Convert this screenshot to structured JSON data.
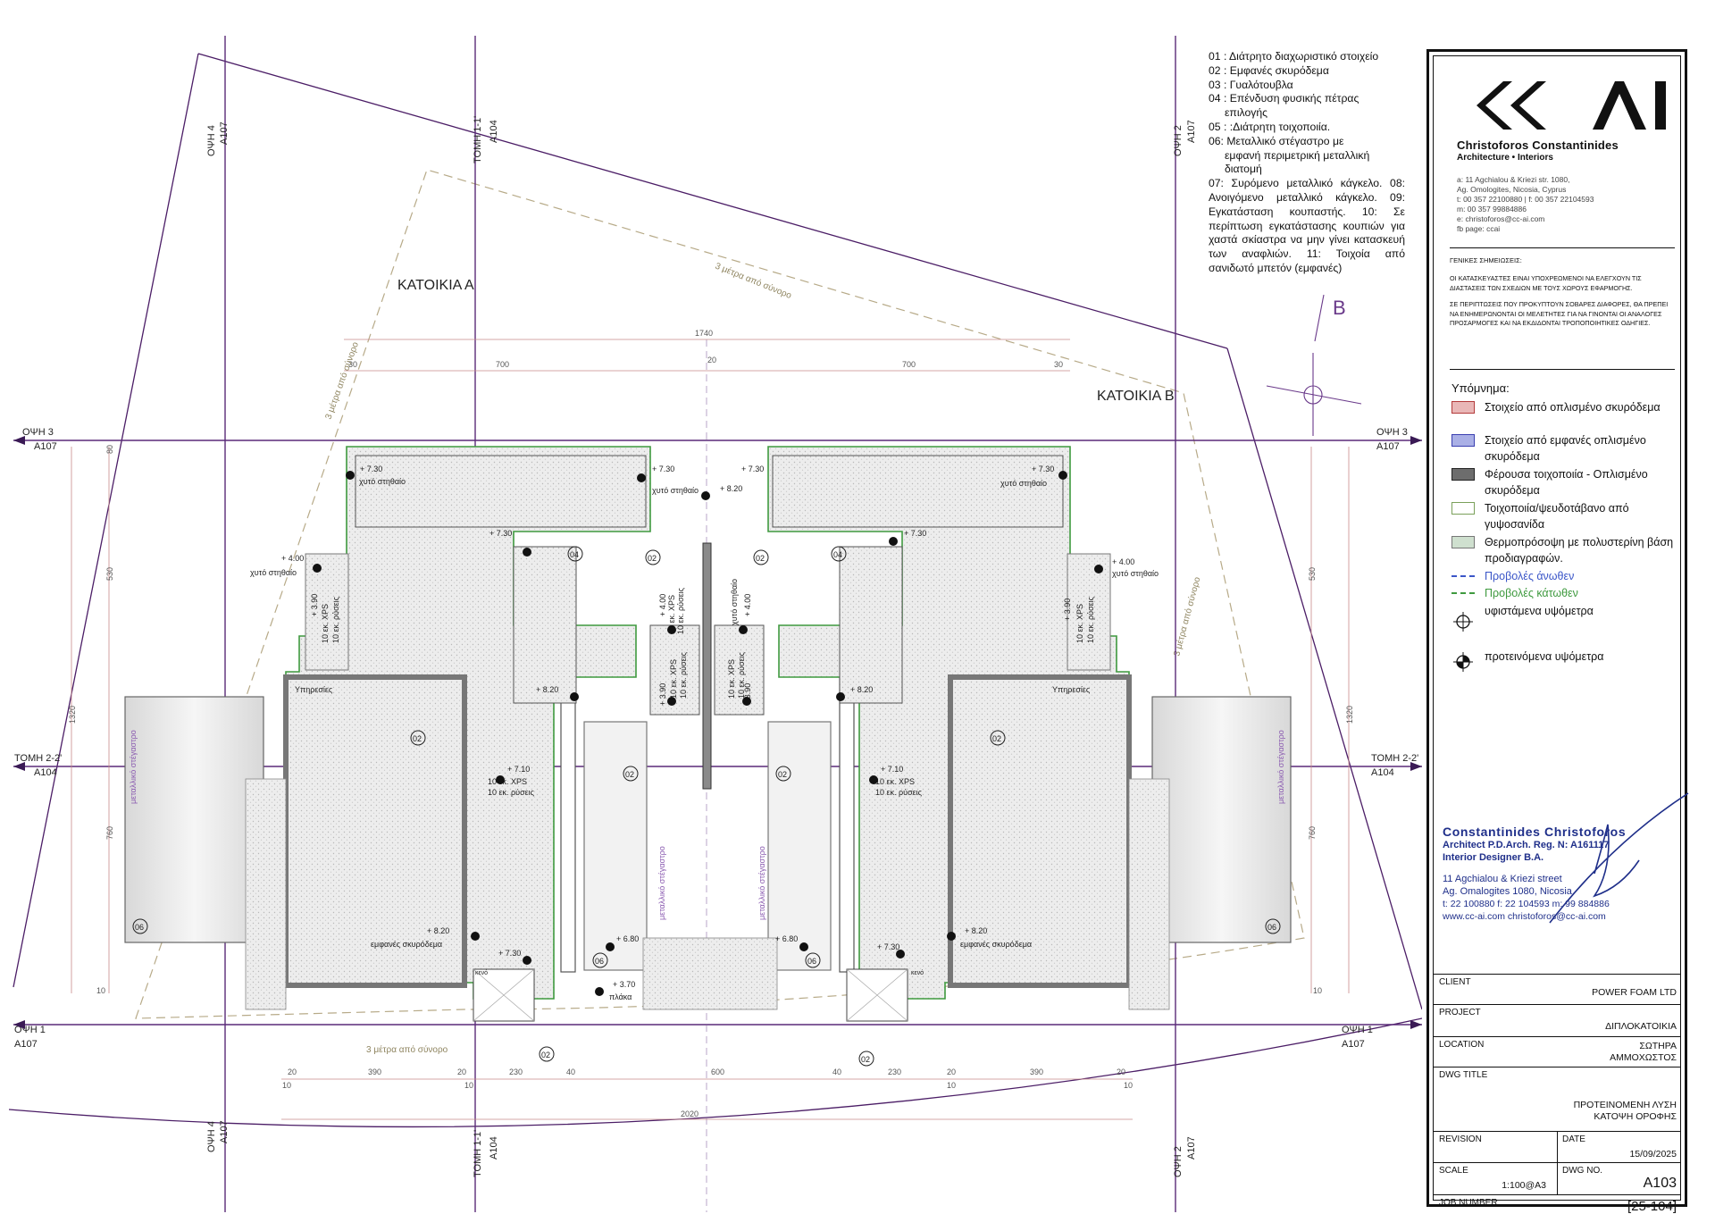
{
  "notes": {
    "items": [
      "01 : Διάτρητο διαχωριστικό στοιχείο",
      "02 : Εμφανές σκυρόδεμα",
      "03 : Γυαλότουβλα",
      "04 : Επένδυση φυσικής πέτρας",
      "επιλογής",
      "05 : :Διάτρητη τοιχοποιία.",
      "06: Μεταλλικό στέγαστρο με",
      "εμφανή περιμετρική μεταλλική",
      "διατομή"
    ],
    "paragraph": "07: Συρόμενο μεταλλικό κάγκελο. 08: Ανοιγόμενο μεταλλικό κάγκελο. 09: Εγκατάσταση κουπαστής. 10: Σε περίπτωση εγκατάστασης κουπιών για χαστά σκίαστρα να μην γίνει κατασκευή των αναφλιών. 11: Τοιχοία από σανιδωτό μπετόν (εμφανές)"
  },
  "plan": {
    "house_a": "ΚΑΤΟΙΚΙΑ Α",
    "house_b": "ΚΑΤΟΙΚΙΑ Β",
    "north_label": "B",
    "section_opsi4": "ΟΨΗ 4",
    "section_tomi11": "ΤΟΜΗ 1-1'",
    "section_opsi2": "ΟΨΗ 2",
    "section_opsi3": "ΟΨΗ 3",
    "section_tomi22": "ΤΟΜΗ 2-2'",
    "section_opsi1": "ΟΨΗ 1",
    "ref_a107": "A107",
    "ref_a104": "A104",
    "setback": "3 μέτρα από σύνορο",
    "dim_total_top": "1740",
    "dim_30": "30",
    "dim_700": "700",
    "dim_20": "20",
    "dim_total_bottom": "2020",
    "dim_390": "390",
    "dim_230": "230",
    "dim_40": "40",
    "dim_600": "600",
    "dim_10": "10",
    "dim_1320": "1320",
    "dim_760": "760",
    "dim_530": "530",
    "dim_80": "80",
    "lvl_730": "+ 7.30",
    "lvl_820": "+ 8.20",
    "lvl_400": "+ 4.00",
    "lvl_390": "+ 3.90",
    "lvl_710": "+ 7.10",
    "lvl_680": "+ 6.80",
    "lvl_370": "+ 3.70",
    "parapet": "χυτό στηθαίο",
    "xps": "10 εκ. XPS",
    "slopes": "10 εκ. ρύσεις",
    "services": "Υπηρεσίες",
    "exposed_concrete": "εμφανές σκυρόδεμα",
    "metal_canopy": "μεταλλικό στέγαστρο",
    "void": "κενό",
    "slab": "πλάκα",
    "tag_02": "02",
    "tag_04": "04",
    "tag_06": "06"
  },
  "sheet": {
    "firm_name": "Christoforos Constantinides",
    "firm_sub": "Architecture • Interiors",
    "contact": [
      "a: 11 Agchialou & Kriezi str. 1080,",
      "Ag. Omologites, Nicosia, Cyprus",
      "t: 00 357 22100880 | f: 00 357 22104593",
      "m: 00 357 99884886",
      "e: christoforos@cc-ai.com",
      "fb page: ccai"
    ],
    "general_title": "ΓΕΝΙΚΕΣ ΣΗΜΕΙΩΣΕΙΣ:",
    "general_p1": "ΟΙ ΚΑΤΑΣΚΕΥΑΣΤΕΣ ΕΙΝΑΙ ΥΠΟΧΡΕΩΜΕΝΟΙ ΝΑ ΕΛΕΓΧΟΥΝ ΤΙΣ ΔΙΑΣΤΑΣΕΙΣ ΤΩΝ ΣΧΕΔΙΩΝ ΜΕ ΤΟΥΣ ΧΩΡΟΥΣ ΕΦΑΡΜΟΓΗΣ.",
    "general_p2": "ΣΕ ΠΕΡΙΠΤΩΣΕΙΣ ΠΟΥ ΠΡΟΚΥΠΤΟΥΝ ΣΟΒΑΡΕΣ ΔΙΑΦΟΡΕΣ, ΘΑ ΠΡΕΠΕΙ ΝΑ ΕΝΗΜΕΡΩΝΟΝΤΑΙ ΟΙ ΜΕΛΕΤΗΤΕΣ ΓΙΑ ΝΑ ΓΙΝΟΝΤΑΙ ΟΙ ΑΝΑΛΟΓΕΣ ΠΡΟΣΑΡΜΟΓΕΣ ΚΑΙ ΝΑ ΕΚΔΙΔΟΝΤΑΙ ΤΡΟΠΟΠΟΙΗΤΙΚΕΣ ΟΔΗΓΙΕΣ.",
    "legend_title": "Υπόμνημα:",
    "legend": [
      {
        "label": "Στοιχείο από οπλισμένο σκυρόδεμα",
        "color": "#e9b7b7",
        "border": "#b33a3a"
      },
      {
        "label": "Στοιχείο από εμφανές οπλισμένο σκυρόδεμα",
        "color": "#aab0e6",
        "border": "#3a3fb0"
      },
      {
        "label": "Φέρουσα τοιχοποιία - Οπλισμένο σκυρόδεμα",
        "color": "#6d6d6d",
        "border": "#222222"
      },
      {
        "label": "Τοιχοποιία/ψευδοτάβανο από γυψοσανίδα",
        "color": "#ffffff",
        "border": "#7aa05a"
      },
      {
        "label": "Θερμοπρόσοψη με πολυστερίνη βάση προδιαγραφών.",
        "color": "#cfe0cf",
        "border": "#777777"
      },
      {
        "label": "Προβολές άνωθεν",
        "color": "#3b56c8",
        "border": "#3b56c8"
      },
      {
        "label": "Προβολές κάτωθεν",
        "color": "#3f9a3f",
        "border": "#3f9a3f"
      },
      {
        "label": "υφιστάμενα υψόμετρα",
        "color": "#111111",
        "border": "#111111"
      },
      {
        "label": "προτεινόμενα υψόμετρα",
        "color": "#111111",
        "border": "#111111"
      }
    ],
    "stamp": {
      "line1": "Constantinides Christoforos",
      "line2": "Architect  P.D.Arch.    Reg. N: A161117",
      "line3": "Interior Designer  B.A.",
      "line4": "11 Agchialou & Kriezi street",
      "line5": "Ag. Omalogites 1080, Nicosia.",
      "line6": "t: 22 100880    f: 22 104593    m: 99 884886",
      "line7": "www.cc-ai.com    christoforos@cc-ai.com"
    },
    "client_label": "CLIENT",
    "client_value": "POWER FOAM LTD",
    "project_label": "PROJECT",
    "project_value": "ΔΙΠΛΟΚΑΤΟΙΚΙΑ",
    "location_label": "LOCATION",
    "location_line1": "ΣΩΤΗΡΑ",
    "location_line2": "ΑΜΜΟΧΩΣΤΟΣ",
    "dwg_title_label": "DWG TITLE",
    "dwg_title_line1": "ΠΡΟΤΕΙΝΟΜΕΝΗ ΛΥΣΗ",
    "dwg_title_line2": "ΚΑΤΟΨΗ ΟΡΟΦΗΣ",
    "revision_label": "REVISION",
    "date_label": "DATE",
    "date_value": "15/09/2025",
    "scale_label": "SCALE",
    "scale_value": "1:100@A3",
    "dwg_no_label": "DWG NO.",
    "dwg_no_value": "A103",
    "job_label": "JOB NUMBER",
    "job_value": "[25-104]"
  }
}
